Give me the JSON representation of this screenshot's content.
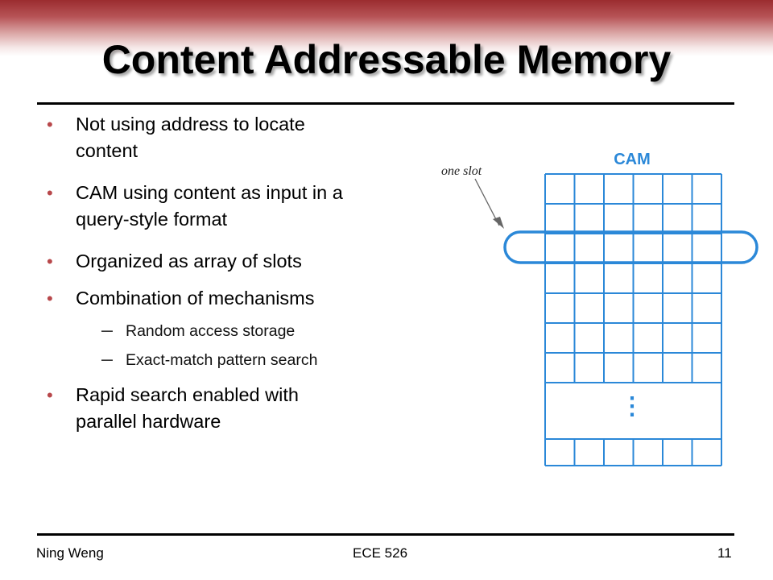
{
  "slide": {
    "title": "Content Addressable Memory",
    "bullet_marker": "•",
    "bullets": [
      {
        "line1": "Not using address to locate",
        "line2": "content"
      },
      {
        "line1": "CAM using content as input in a",
        "line2": "query-style format"
      },
      {
        "line1": "Organized as array of slots"
      },
      {
        "line1": "Combination of mechanisms"
      },
      {
        "line1": "Rapid search enabled with",
        "line2": "parallel hardware"
      }
    ],
    "sub_marker": "─",
    "subbullets": [
      "Random access storage",
      "Exact-match pattern search"
    ]
  },
  "diagram": {
    "cam_label": "CAM",
    "slot_label": "one slot",
    "ellipsis": "⋮",
    "grid_color": "#2b88d8"
  },
  "footer": {
    "author": "Ning Weng",
    "course": "ECE 526",
    "page": "11"
  }
}
